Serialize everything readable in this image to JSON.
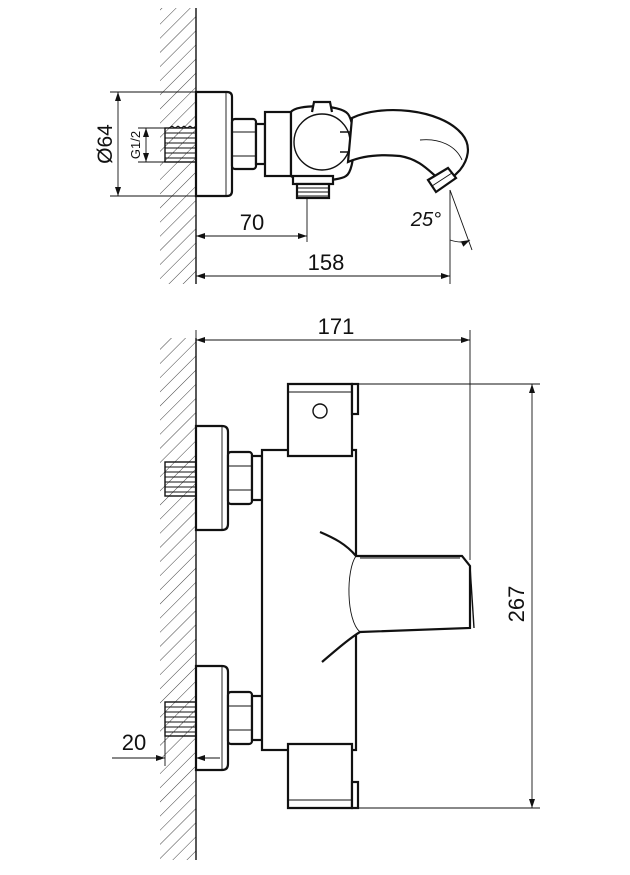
{
  "top_view": {
    "diameter_label": "Ø64",
    "thread_label": "G1/2",
    "depth_label": "70",
    "length_label": "158",
    "angle_label": "25°"
  },
  "front_view": {
    "width_label": "171",
    "height_label": "267",
    "offset_label": "20"
  }
}
